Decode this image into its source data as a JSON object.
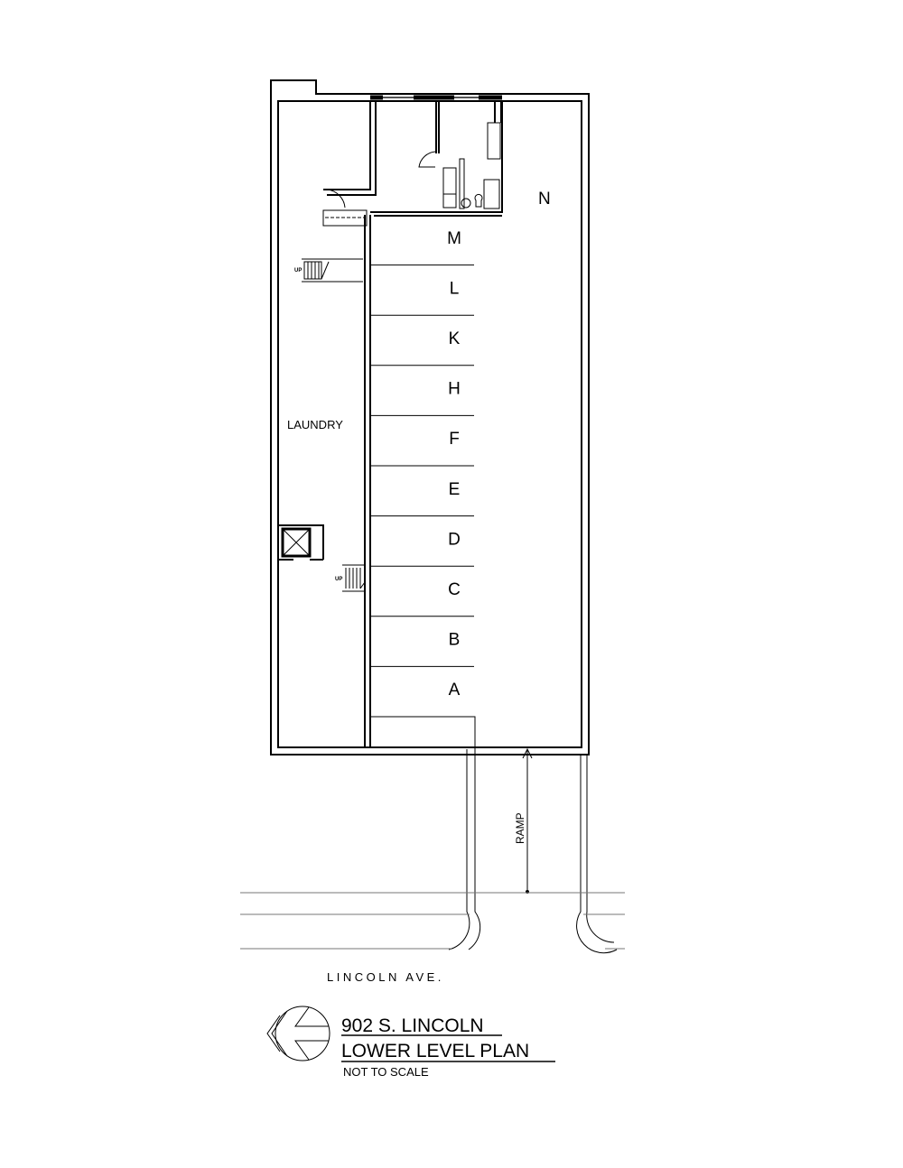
{
  "plan": {
    "stalls": [
      "M",
      "L",
      "K",
      "H",
      "F",
      "E",
      "D",
      "C",
      "B",
      "A"
    ],
    "corner_stall": "N",
    "laundry_label": "LAUNDRY",
    "stair_up_label": "UP",
    "ramp_label": "RAMP",
    "street_label": "LINCOLN AVE."
  },
  "title_block": {
    "address": "902 S. LINCOLN",
    "title": "LOWER LEVEL PLAN",
    "scale_note": "NOT TO SCALE"
  }
}
